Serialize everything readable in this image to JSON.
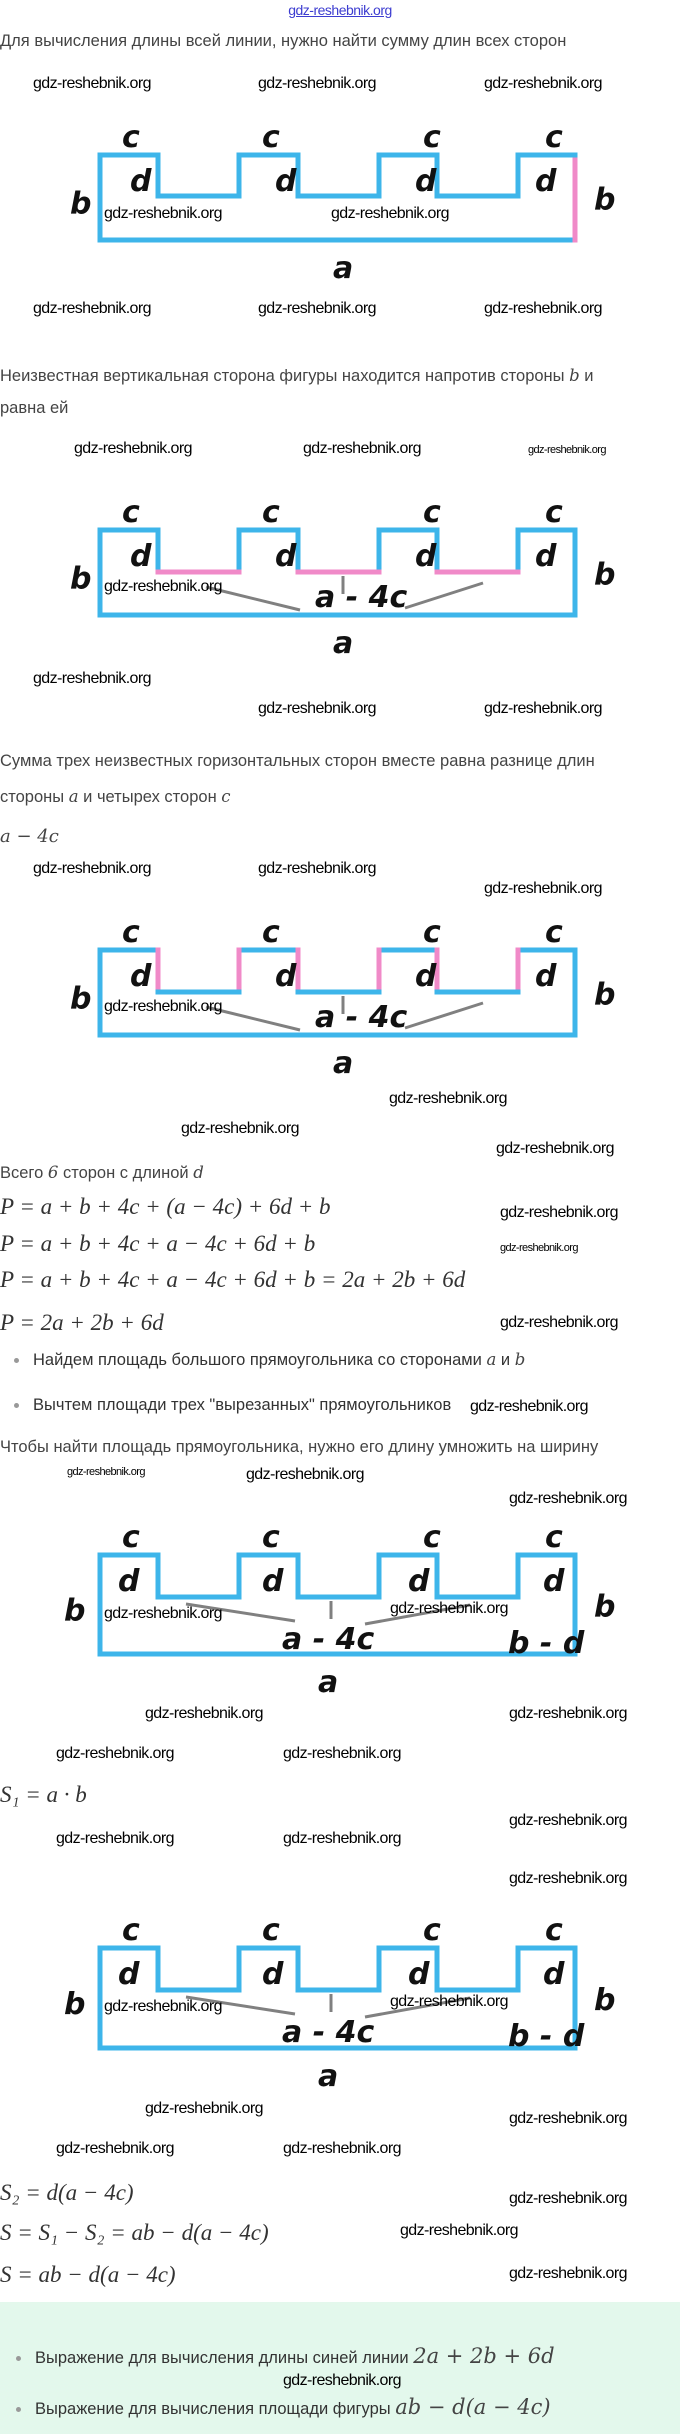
{
  "header": {
    "site": "gdz-reshebnik.org"
  },
  "watermark": "gdz-reshebnik.org",
  "colors": {
    "line": "#3db5ea",
    "highlight": "#f08ac8",
    "pointer": "#808080",
    "answer_bg": "#e3f8ec"
  },
  "labels": {
    "c": "c",
    "d": "d",
    "b": "b",
    "a": "a",
    "a_minus_4c": "a - 4c",
    "b_minus_d": "b - d"
  },
  "text": {
    "intro": "Для вычисления длины всей линии, нужно найти сумму длин всех сторон",
    "vertical_1": "Неизвестная вертикальная сторона фигуры находится напротив стороны",
    "vertical_var": "b",
    "vertical_2": "и",
    "vertical_3": "равна ей",
    "sum_1": "Сумма трех неизвестных горизонтальных сторон вместе равна разнице длин",
    "sum_2": "стороны",
    "sum_a": "a",
    "sum_3": "и четырех сторон",
    "sum_c": "c",
    "sum_result": "a − 4c",
    "six_1": "Всего",
    "six_n": "6",
    "six_2": "сторон с длиной",
    "six_d": "d",
    "bullet_1": "Найдем площадь большого прямоугольника со сторонами",
    "bullet_1_a": "a",
    "bullet_1_and": "и",
    "bullet_1_b": "b",
    "bullet_2": "Вычтем площади трех \"вырезанных\" прямоугольников",
    "area_rule": "Чтобы найти площадь прямоугольника, нужно его длину умножить на ширину"
  },
  "formulas": {
    "p1": "P = a + b + 4c + (a − 4c) + 6d + b",
    "p2": "P = a + b + 4c + a − 4c + 6d + b",
    "p3": "P = a + b + 4c + a − 4c + 6d + b = 2a + 2b + 6d",
    "p4": "P = 2a + 2b + 6d",
    "s1": "S₁ = a · b",
    "s2": "S₂ = d(a − 4c)",
    "s3": "S = S₁ − S₂ = ab − d(a − 4c)",
    "s4": "S = ab − d(a − 4c)"
  },
  "answer": {
    "line_label": "Выражение для вычисления длины синей линии",
    "line_value": "2a + 2b + 6d",
    "area_label": "Выражение для вычисления площади фигуры",
    "area_value": "ab − d(a − 4c)"
  }
}
